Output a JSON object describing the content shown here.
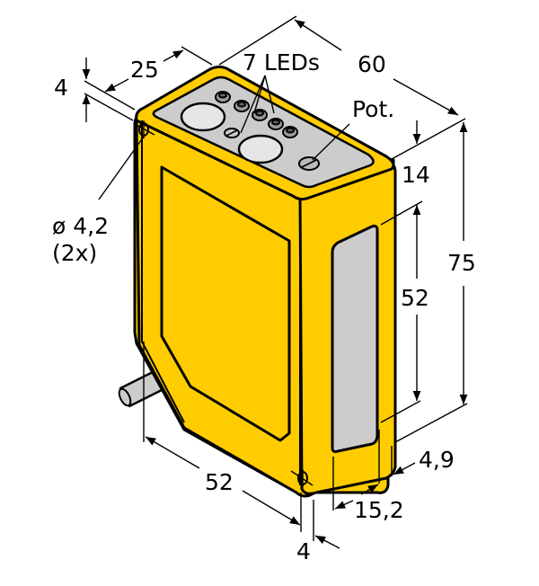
{
  "drawing": {
    "subject": "Rectangular optical sensor housing, isometric view with dimensions",
    "colors": {
      "housing": "#FFCC00",
      "window": "#CCCCCC",
      "lens": "#E6E6E6",
      "outline": "#000000",
      "background": "#FFFFFF"
    },
    "labels": {
      "mount_offset_top": "4",
      "depth": "25",
      "leds": "7 LEDs",
      "length_top": "60",
      "potentiometer": "Pot.",
      "top_offset": "14",
      "hole_diameter": "ø 4,2",
      "hole_count": "(2x)",
      "height_total": "75",
      "window_height": "52",
      "width_bottom": "52",
      "window_offset": "4,9",
      "window_width": "15,2",
      "mount_offset_bottom": "4"
    }
  }
}
